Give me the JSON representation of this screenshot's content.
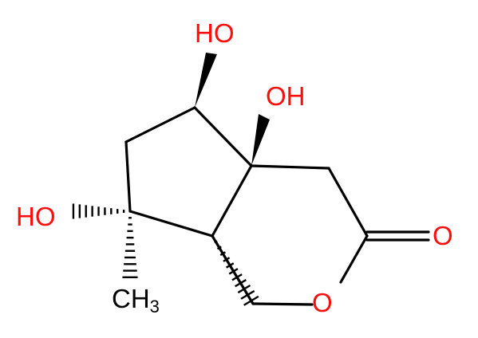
{
  "molecule": {
    "atom_labels": {
      "oh_top": "HO",
      "oh_ring_junction": "OH",
      "oh_left": "HO",
      "ring_oxygen": "O",
      "carbonyl_oxygen": "O",
      "methyl_c": "CH",
      "methyl_subscript": "3"
    },
    "colors": {
      "bond": "#000000",
      "oxygen": "#ff0d0d",
      "carbon_label": "#000000",
      "background": "#ffffff"
    }
  }
}
